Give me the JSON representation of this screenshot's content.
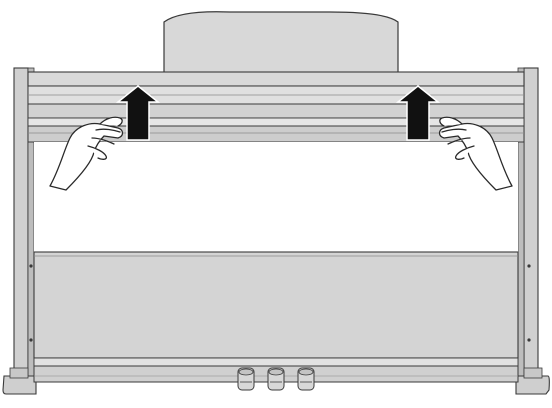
{
  "illustration": {
    "subject": "digital-piano",
    "colors": {
      "background": "#ffffff",
      "panel_fill": "#d6d6d6",
      "panel_light": "#e3e3e3",
      "panel_dark": "#bdbdbd",
      "outline": "#3a3a3a",
      "arrow": "#111111",
      "hand_fill": "#ffffff"
    },
    "arrows": [
      {
        "name": "left-lift-arrow",
        "direction": "up"
      },
      {
        "name": "right-lift-arrow",
        "direction": "up"
      }
    ],
    "pedal_count": 3
  }
}
